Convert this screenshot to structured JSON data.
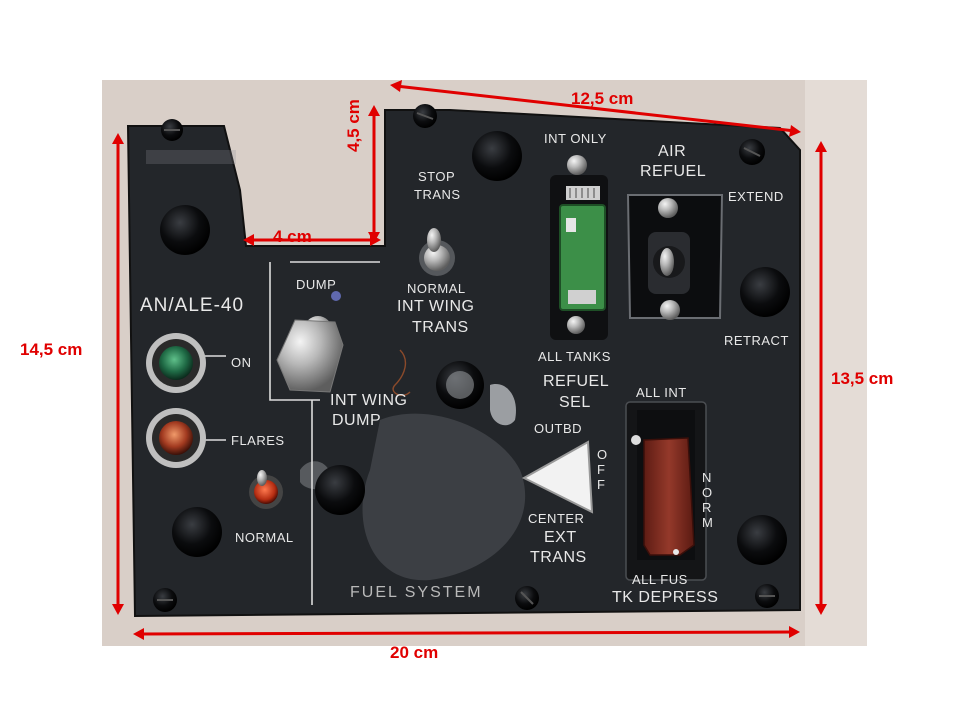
{
  "dimensions": {
    "top_width": "12,5 cm",
    "notch_height": "4,5 cm",
    "notch_width": "4 cm",
    "left_height": "14,5 cm",
    "right_height": "13,5 cm",
    "bottom_width": "20 cm"
  },
  "panel": {
    "ale_title": "AN/ALE-40",
    "on": "ON",
    "flares": "FLARES",
    "normal": "NORMAL",
    "dump": "DUMP",
    "stop_trans_1": "STOP",
    "stop_trans_2": "TRANS",
    "int_wing_trans_1": "NORMAL",
    "int_wing_trans_2": "INT WING",
    "int_wing_trans_3": "TRANS",
    "int_wing_dump_1": "INT WING",
    "int_wing_dump_2": "DUMP",
    "int_only": "INT ONLY",
    "all_tanks": "ALL TANKS",
    "air_refuel_1": "AIR",
    "air_refuel_2": "REFUEL",
    "extend": "EXTEND",
    "retract": "RETRACT",
    "refuel_sel_1": "REFUEL",
    "refuel_sel_2": "SEL",
    "outbd": "OUTBD",
    "off": "OFF",
    "center": "CENTER",
    "ext_trans_1": "EXT",
    "ext_trans_2": "TRANS",
    "all_int": "ALL INT",
    "norm": "NORM",
    "all_fus": "ALL FUS",
    "tk_depress": "TK DEPRESS",
    "fuel_system": "FUEL SYSTEM"
  },
  "colors": {
    "panel": "#23262a",
    "background": "#d9cfc8",
    "dimension": "#e00000",
    "green_toggle": "#3c8f48",
    "red_guard": "#8a2e22"
  }
}
